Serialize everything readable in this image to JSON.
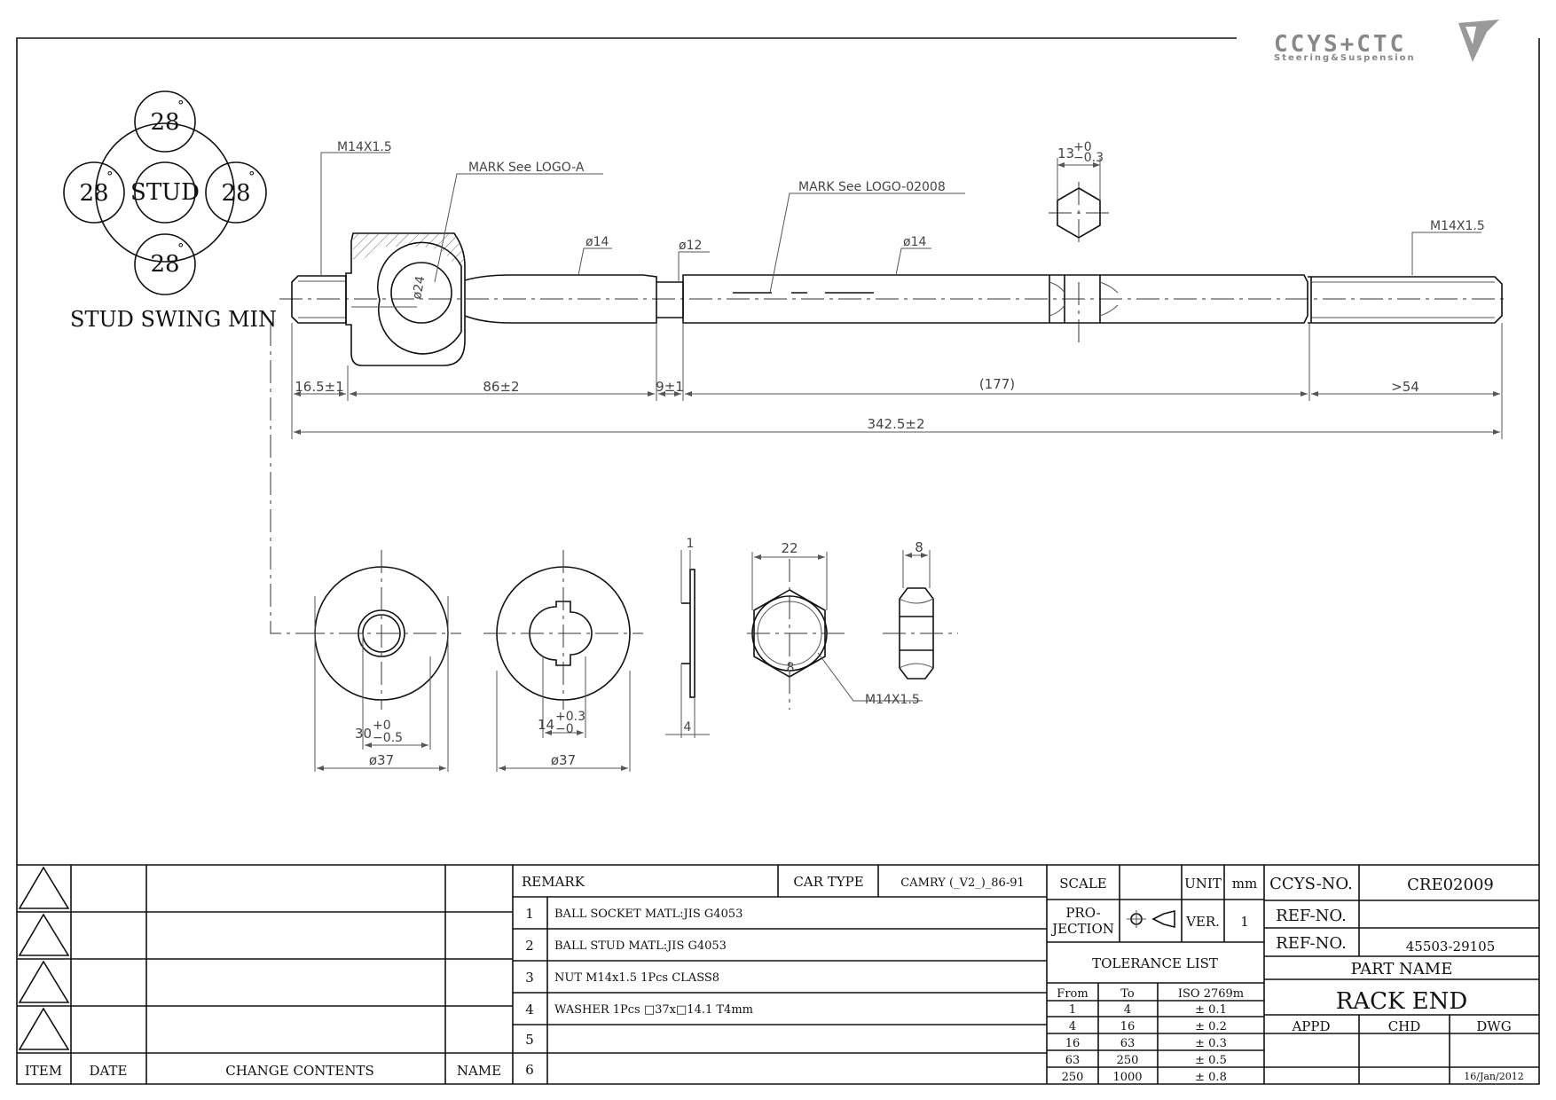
{
  "logo": {
    "brand": "CCYS+CTC",
    "tagline": "Steering&Suspension"
  },
  "stud_swing": {
    "center_label": "STUD",
    "angles": [
      "28",
      "28",
      "28",
      "28"
    ],
    "degree_symbol": "°",
    "caption": "STUD SWING MIN"
  },
  "annotations": {
    "thread_left": "M14X1.5",
    "mark_logo_a": "MARK See LOGO-A",
    "mark_logo_02008": "MARK See LOGO-02008",
    "hex_width_main": "13",
    "hex_width_tol_upper": "+0",
    "hex_width_tol_lower": "−0.3",
    "thread_right": "M14X1.5",
    "dia_14_a": "ø14",
    "dia_12": "ø12",
    "dia_14_b": "ø14",
    "ball_dia": "ø24"
  },
  "dimensions": {
    "d1": "16.5±1",
    "d2": "86±2",
    "d3": "9±1",
    "d4": "(177)",
    "d5": ">54",
    "overall": "342.5±2"
  },
  "washer1": {
    "inner_main": "30",
    "inner_tol_upper": "+0",
    "inner_tol_lower": "−0.5",
    "outer": "ø37"
  },
  "washer2": {
    "inner_main": "14",
    "inner_tol_upper": "+0.3",
    "inner_tol_lower": "−0",
    "outer": "ø37"
  },
  "washer_side": {
    "height": "1",
    "thickness": "4"
  },
  "nut": {
    "width": "22",
    "mark": "8",
    "thread": "M14X1.5",
    "side_width": "8"
  },
  "revision_block": {
    "headers": {
      "item": "ITEM",
      "date": "DATE",
      "change": "CHANGE CONTENTS",
      "name": "NAME"
    }
  },
  "remarks": {
    "header": "REMARK",
    "car_type_label": "CAR TYPE",
    "car_type_value": "CAMRY (_V2_)_86-91",
    "rows": [
      {
        "no": "1",
        "text": "BALL SOCKET MATL:JIS G4053"
      },
      {
        "no": "2",
        "text": "BALL STUD MATL:JIS G4053"
      },
      {
        "no": "3",
        "text": "NUT M14x1.5 1Pcs CLASS8"
      },
      {
        "no": "4",
        "text": "WASHER 1Pcs □37x□14.1 T4mm"
      },
      {
        "no": "5",
        "text": ""
      },
      {
        "no": "6",
        "text": ""
      }
    ]
  },
  "info": {
    "scale_label": "SCALE",
    "unit_label": "UNIT",
    "unit_value": "mm",
    "projection_label_1": "PRO-",
    "projection_label_2": "JECTION",
    "ver_label": "VER.",
    "ver_value": "1",
    "tolerance_title": "TOLERANCE LIST",
    "tol_headers": {
      "from": "From",
      "to": "To",
      "iso": "ISO 2769m"
    },
    "tolerances": [
      {
        "from": "1",
        "to": "4",
        "tol": "± 0.1"
      },
      {
        "from": "4",
        "to": "16",
        "tol": "± 0.2"
      },
      {
        "from": "16",
        "to": "63",
        "tol": "± 0.3"
      },
      {
        "from": "63",
        "to": "250",
        "tol": "± 0.5"
      },
      {
        "from": "250",
        "to": "1000",
        "tol": "± 0.8"
      }
    ]
  },
  "title_block": {
    "ccys_no_label": "CCYS-NO.",
    "ccys_no_value": "CRE02009",
    "ref_no_label_1": "REF-NO.",
    "ref_no_value_1": "",
    "ref_no_label_2": "REF-NO.",
    "ref_no_value_2": "45503-29105",
    "part_name_label": "PART NAME",
    "part_name_value": "RACK END",
    "appd": "APPD",
    "chd": "CHD",
    "dwg": "DWG",
    "date": "16/Jan/2012"
  }
}
